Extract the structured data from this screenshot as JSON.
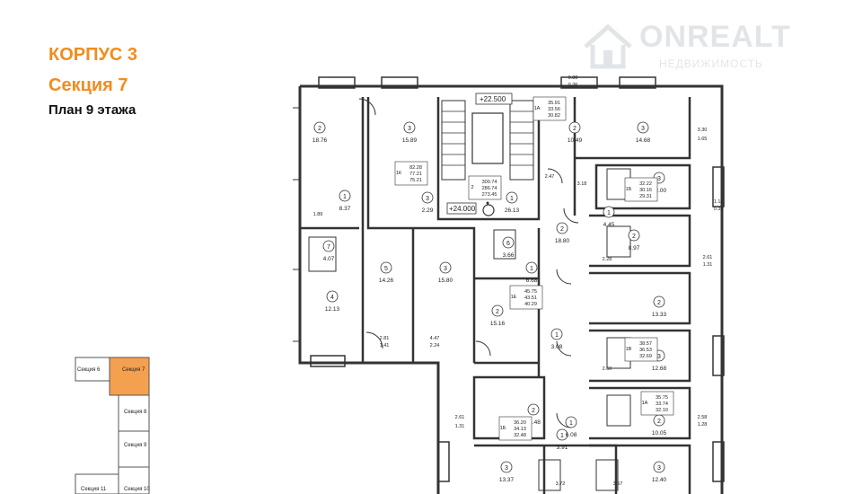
{
  "header": {
    "building": "КОРПУС 3",
    "section": "Секция 7",
    "floor_plan": "План 9 этажа"
  },
  "watermark": {
    "brand": "ONREALT",
    "tagline": "НЕДВИЖИМОСТЬ",
    "icon": "house-icon"
  },
  "colors": {
    "accent": "#f28c1e",
    "active_section": "#f5a04e",
    "walls": "#333333"
  },
  "key_plan": {
    "sections": [
      {
        "label": "Секция 6",
        "active": false
      },
      {
        "label": "Секция 7",
        "active": true
      },
      {
        "label": "Секция 8",
        "active": false
      },
      {
        "label": "Секция 9",
        "active": false
      },
      {
        "label": "Секция 11",
        "active": false
      },
      {
        "label": "Секция 10",
        "active": false
      }
    ]
  },
  "levels": {
    "top": "+22.500",
    "bottom": "+24.000"
  },
  "rooms": [
    {
      "num": "2",
      "area": "18.76"
    },
    {
      "num": "3",
      "area": "15.89"
    },
    {
      "num": "3",
      "area": "14.68"
    },
    {
      "num": "2",
      "area": "10.49"
    },
    {
      "num": "1",
      "area": "8.37"
    },
    {
      "num": "3",
      "area": "2.29"
    },
    {
      "num": "1",
      "area": "26.13"
    },
    {
      "num": "7",
      "area": "4.07"
    },
    {
      "num": "5",
      "area": "14.26"
    },
    {
      "num": "3",
      "area": "15.80"
    },
    {
      "num": "4",
      "area": "12.13"
    },
    {
      "num": "6",
      "area": "3.66"
    },
    {
      "num": "1",
      "area": "6.68"
    },
    {
      "num": "2",
      "area": "15.16"
    },
    {
      "num": "2",
      "area": "18.80"
    },
    {
      "num": "1",
      "area": "4.45"
    },
    {
      "num": "2",
      "area": "8.97"
    },
    {
      "num": "3",
      "area": "12.00"
    },
    {
      "num": "2",
      "area": "13.33"
    },
    {
      "num": "3",
      "area": "12.68"
    },
    {
      "num": "2",
      "area": "11.48"
    },
    {
      "num": "1",
      "area": "3.91"
    },
    {
      "num": "1",
      "area": "6.08"
    },
    {
      "num": "2",
      "area": "10.05"
    },
    {
      "num": "3",
      "area": "13.37"
    },
    {
      "num": "3",
      "area": "12.40"
    },
    {
      "num": "1",
      "area": "3.08"
    }
  ],
  "small_labels": [
    "1.89",
    "2.47",
    "3.18",
    "2.28",
    "2.60",
    "3.72",
    "3.57",
    "2.61",
    "1.31",
    "2.81",
    "1.41",
    "4.47",
    "2.24",
    "3.30",
    "1.65",
    "1.11",
    "0.33",
    "0.88",
    "0.26",
    "2.58",
    "1.28",
    "2.61",
    "1.31"
  ],
  "apartments": [
    {
      "code": "1К",
      "values": [
        "82.28",
        "77.21",
        "75.21"
      ]
    },
    {
      "code": "1А",
      "values": [
        "35.91",
        "33.56",
        "30.82"
      ]
    },
    {
      "code": "1Б",
      "values": [
        "32.22",
        "30.16",
        "29.31"
      ]
    },
    {
      "code": "2",
      "values": [
        "300.74",
        "286.74",
        "273.45"
      ]
    },
    {
      "code": "1Е",
      "values": [
        "45.75",
        "43.51",
        "40.29"
      ]
    },
    {
      "code": "1В",
      "values": [
        "38.57",
        "36.53",
        "32.69"
      ]
    },
    {
      "code": "1Б",
      "values": [
        "36.20",
        "34.13",
        "32.48"
      ]
    },
    {
      "code": "1А",
      "values": [
        "35.75",
        "33.74",
        "32.10"
      ]
    }
  ]
}
